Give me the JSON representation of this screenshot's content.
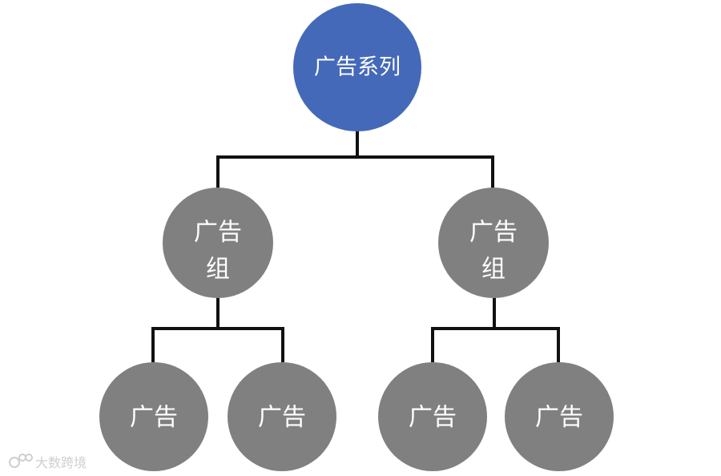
{
  "diagram": {
    "root": {
      "label": "广告系列",
      "color": "#4469B9"
    },
    "groups": [
      {
        "label_line1": "广告",
        "label_line2": "组",
        "color": "#808080",
        "ads": [
          {
            "label": "广告",
            "color": "#808080"
          },
          {
            "label": "广告",
            "color": "#808080"
          }
        ]
      },
      {
        "label_line1": "广告",
        "label_line2": "组",
        "color": "#808080",
        "ads": [
          {
            "label": "广告",
            "color": "#808080"
          },
          {
            "label": "广告",
            "color": "#808080"
          }
        ]
      }
    ],
    "connector_color": "#111111"
  },
  "watermark": {
    "text": "大数跨境"
  }
}
